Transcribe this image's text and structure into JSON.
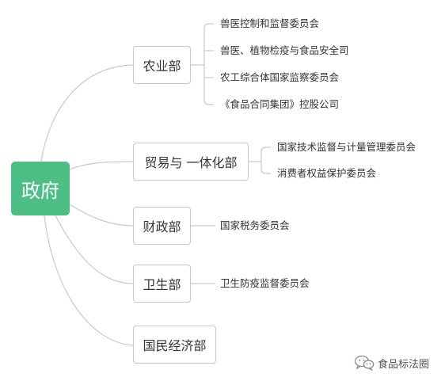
{
  "root": {
    "label": "政府"
  },
  "branches": [
    {
      "label": "农业部",
      "children": [
        "兽医控制和监督委员会",
        "兽医、植物检疫与食品安全司",
        "农工综合体国家监察委员会",
        "《食品合同集团》控股公司"
      ]
    },
    {
      "label": "贸易与 一体化部",
      "children": [
        "国家技术监督与计量管理委员会",
        "消费者权益保护委员会"
      ]
    },
    {
      "label": "财政部",
      "children": [
        "国家税务委员会"
      ]
    },
    {
      "label": "卫生部",
      "children": [
        "卫生防疫监督委员会"
      ]
    },
    {
      "label": "国民经济部",
      "children": []
    }
  ],
  "watermark": {
    "icon": "wechat-icon",
    "text": "食品标法圈"
  },
  "colors": {
    "root_fill": "#4dbf86",
    "line": "#c9c9c9",
    "border": "#c8c8c8",
    "text": "#333333"
  }
}
